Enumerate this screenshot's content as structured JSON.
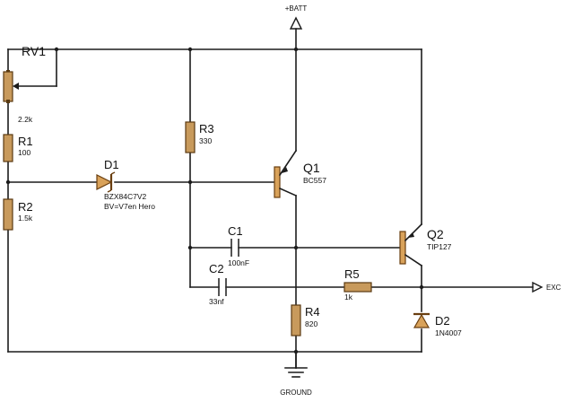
{
  "components": {
    "rv1": {
      "ref": "RV1",
      "value": "2.2k"
    },
    "r1": {
      "ref": "R1",
      "value": "100"
    },
    "r2": {
      "ref": "R2",
      "value": "1.5k"
    },
    "r3": {
      "ref": "R3",
      "value": "330"
    },
    "r4": {
      "ref": "R4",
      "value": "820"
    },
    "r5": {
      "ref": "R5",
      "value": "1k"
    },
    "d1": {
      "ref": "D1",
      "value": "BZX84C7V2",
      "note": "BV=V7en Hero"
    },
    "d2": {
      "ref": "D2",
      "value": "1N4007"
    },
    "q1": {
      "ref": "Q1",
      "value": "BC557"
    },
    "q2": {
      "ref": "Q2",
      "value": "TIP127"
    },
    "c1": {
      "ref": "C1",
      "value": "100nF"
    },
    "c2": {
      "ref": "C2",
      "value": "33nf"
    }
  },
  "nets": {
    "vbatt": "+BATT",
    "ground": "GROUND",
    "exc": "EXC"
  }
}
